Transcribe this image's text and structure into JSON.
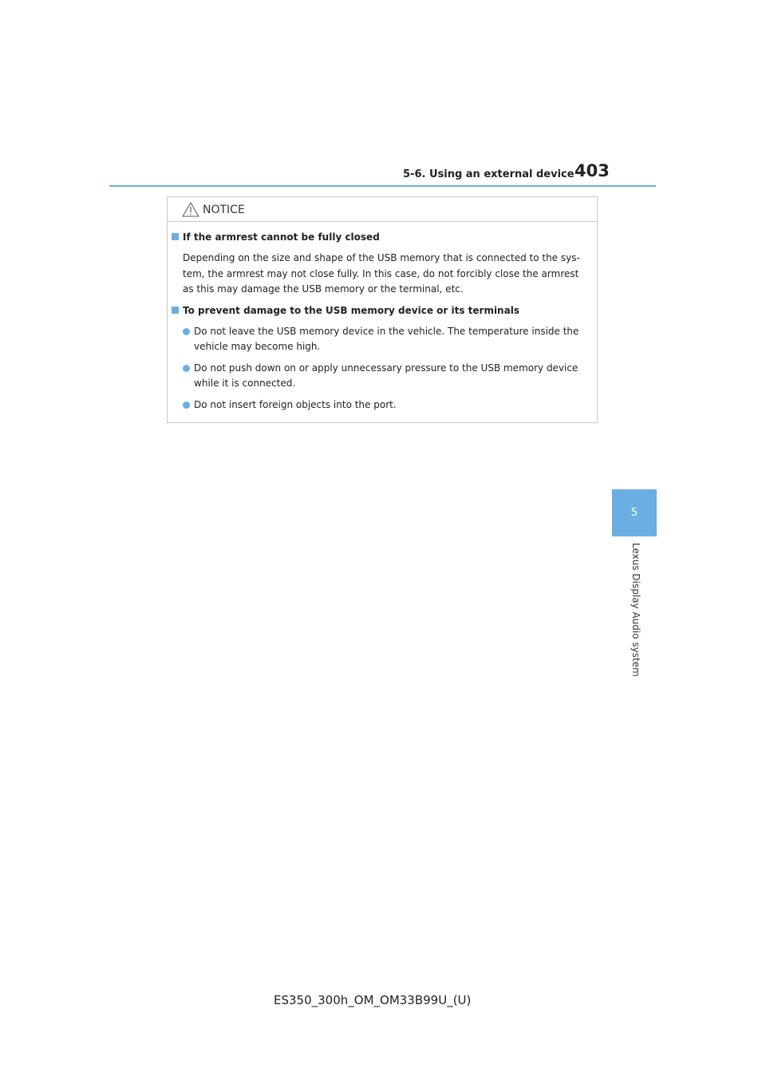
{
  "header": {
    "section_title": "5-6. Using an external device",
    "page_number": "403"
  },
  "side_tab": {
    "chapter_number": "5",
    "chapter_label": "Lexus Display Audio system"
  },
  "notice": {
    "title": "NOTICE",
    "items": [
      {
        "heading": "If the armrest cannot be fully closed",
        "text": "Depending on the size and shape of the USB memory that is connected to the sys-tem, the armrest may not close fully. In this case, do not forcibly close the armrest as this may damage the USB memory or the terminal, etc."
      },
      {
        "heading": "To prevent damage to the USB memory device or its terminals",
        "bullets": [
          "Do not leave the USB memory device in the vehicle. The temperature inside the vehicle may become high.",
          "Do not push down on or apply unnecessary pressure to the USB memory device while it is connected.",
          "Do not insert foreign objects into the port."
        ]
      }
    ]
  },
  "footer": {
    "code": "ES350_300h_OM_OM33B99U_(U)"
  },
  "colors": {
    "accent": "#6aaee3"
  }
}
